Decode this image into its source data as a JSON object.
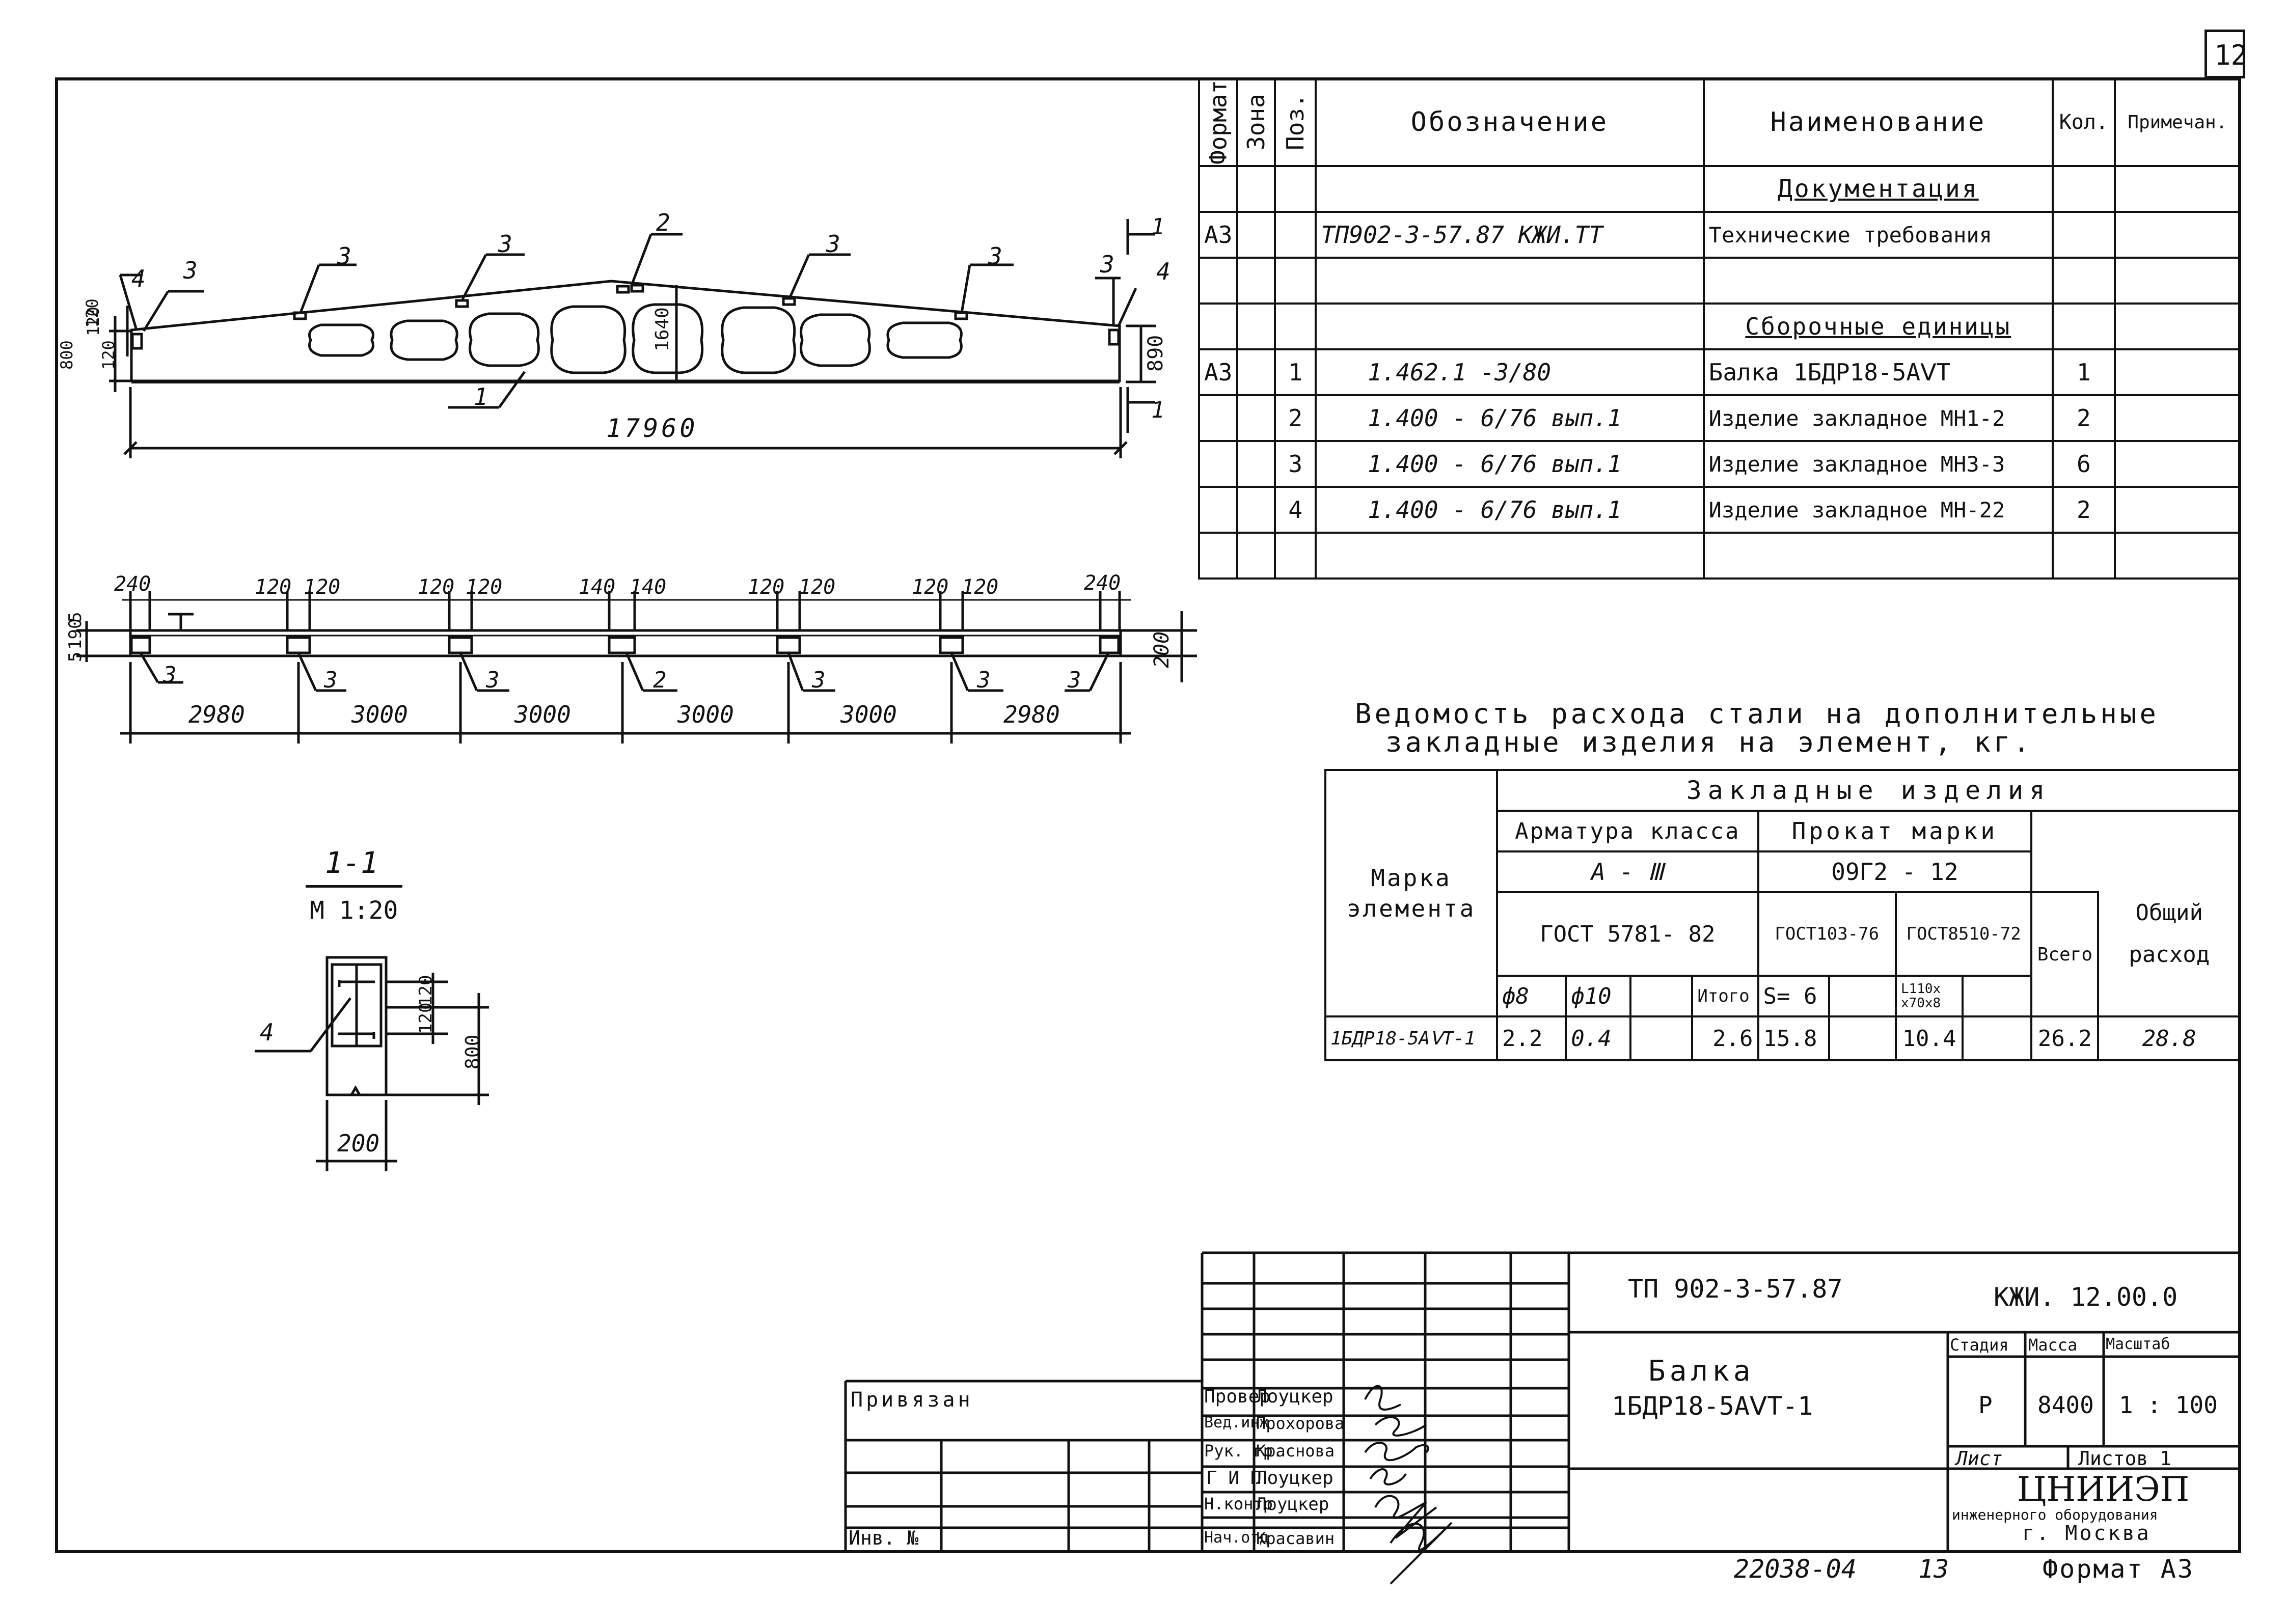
{
  "sheet_number": "12",
  "spec": {
    "headers": [
      "Формат",
      "Зона",
      "Поз.",
      "Обозначение",
      "Наименование",
      "Кол.",
      "Примечан."
    ],
    "sections": {
      "documentation": "Документация",
      "assemblies": "Сборочные единицы"
    },
    "rows": [
      {
        "format": "А3",
        "zone": "",
        "pos": "",
        "designation": "ТП902-3-57.87  КЖИ.ТТ",
        "name": "Технические требования",
        "qty": "",
        "note": ""
      },
      {
        "format": "А3",
        "zone": "",
        "pos": "1",
        "designation": "1.462.1 -3/80",
        "name": "Балка  1БДР18-5АⅤТ",
        "qty": "1",
        "note": ""
      },
      {
        "format": "",
        "zone": "",
        "pos": "2",
        "designation": "1.400 - 6/76  вып.1",
        "name": "Изделие закладное МН1-2",
        "qty": "2",
        "note": ""
      },
      {
        "format": "",
        "zone": "",
        "pos": "3",
        "designation": "1.400 - 6/76  вып.1",
        "name": "Изделие закладное МН3-3",
        "qty": "6",
        "note": ""
      },
      {
        "format": "",
        "zone": "",
        "pos": "4",
        "designation": "1.400 - 6/76  вып.1",
        "name": "Изделие закладное МН-22",
        "qty": "2",
        "note": ""
      }
    ]
  },
  "elevation": {
    "labels": [
      "4",
      "3",
      "3",
      "3",
      "2",
      "3",
      "3",
      "3",
      "4",
      "1"
    ],
    "dims": {
      "length": "17960",
      "left_height": "800",
      "left_a": "120",
      "left_b": "120",
      "left_c": "120",
      "mid_height": "1640",
      "right_height": "890",
      "section_mark": "1"
    }
  },
  "plan": {
    "top_dims": [
      "240",
      "120",
      "120",
      "120",
      "120",
      "140",
      "140",
      "120",
      "120",
      "120",
      "120",
      "240"
    ],
    "bottom_dims": [
      "2980",
      "3000",
      "3000",
      "3000",
      "3000",
      "2980"
    ],
    "labels": [
      "3",
      "3",
      "3",
      "2",
      "3",
      "3",
      "3"
    ],
    "left_dims": [
      "5",
      "190",
      "5"
    ],
    "right_dim": "200"
  },
  "section": {
    "title": "1-1",
    "scale": "М 1:20",
    "label": "4",
    "dims": {
      "a": "120",
      "b": "120",
      "height": "800",
      "width": "200"
    }
  },
  "steel": {
    "title_line1": "Ведомость расхода стали на дополнительные",
    "title_line2": "закладные изделия на элемент, кг.",
    "h_mark": "Марка элемента",
    "h_embedded": "Закладные изделия",
    "h_rebar": "Арматура класса",
    "h_rolled": "Прокат марки",
    "h_total_consumption": "Общий расход",
    "rebar_class": "А - Ⅲ",
    "rolled_grade": "09Г2 - 12",
    "gost_rebar": "ГОСТ 5781- 82",
    "gost_sheet": "ГОСТ103-76",
    "gost_angle": "ГОСТ8510-72",
    "h_total": "Всего",
    "col_d8": "ф8",
    "col_d10": "ф10",
    "col_itogo": "Итого",
    "col_s6": "S= 6",
    "col_angle": "L110х х70х8",
    "row": {
      "mark": "1БДР18-5АⅤТ-1",
      "d8": "2.2",
      "d10": "0.4",
      "itogo": "2.6",
      "s6": "15.8",
      "angle": "10.4",
      "total": "26.2",
      "overall": "28.8"
    }
  },
  "stamp": {
    "privyazan": "Привязан",
    "inv": "Инв. №",
    "code": "ТП 902-3-57.87",
    "doc": "КЖИ. 12.00.0",
    "title1": "Балка",
    "title2": "1БДР18-5АⅤТ-1",
    "h_stage": "Стадия",
    "h_mass": "Масса",
    "h_scale": "Масштаб",
    "stage": "Р",
    "mass": "8400",
    "scale": "1 : 100",
    "sheet": "Лист",
    "sheets": "Листов 1",
    "org1": "ЦНИИЭП",
    "org2": "инженерного оборудования",
    "org3": "г. Москва",
    "roles": [
      {
        "role": "Провер",
        "name": "Лоуцкер"
      },
      {
        "role": "Вед.инж",
        "name": "Прохорова"
      },
      {
        "role": "Рук. гр.",
        "name": "Краснова"
      },
      {
        "role": "Г И П",
        "name": "Лоуцкер"
      },
      {
        "role": "Н.контр",
        "name": "Лоуцкер"
      },
      {
        "role": "Нач.отд",
        "name": "Красавин"
      }
    ]
  },
  "footer": {
    "number": "22038-04",
    "page": "13",
    "format": "Формат А3"
  }
}
